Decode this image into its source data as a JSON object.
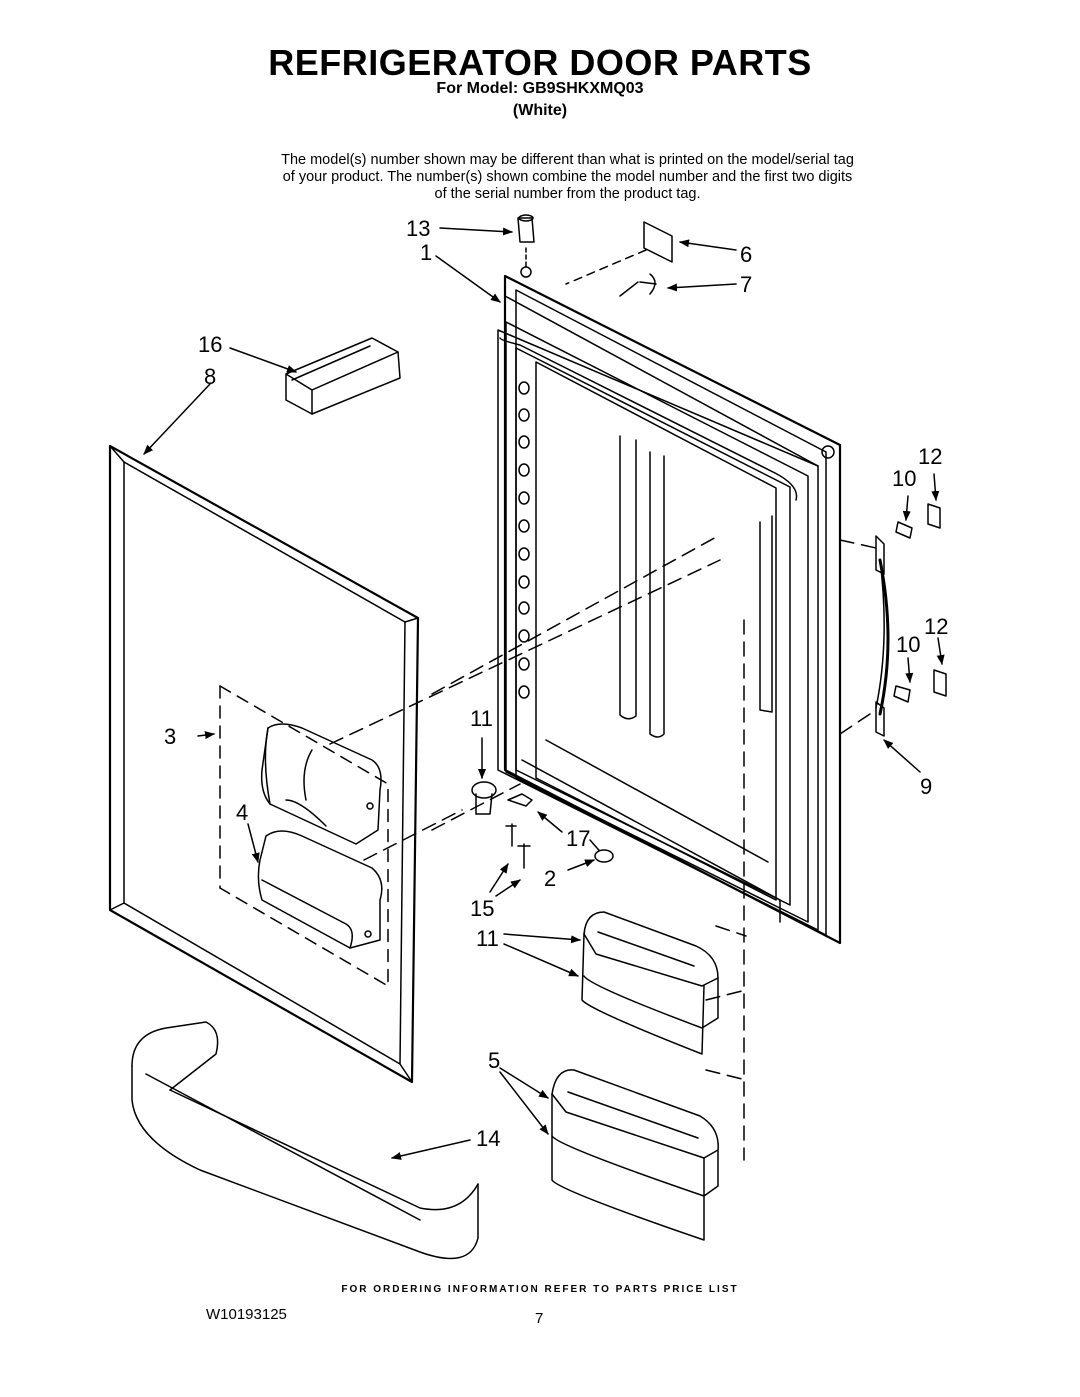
{
  "header": {
    "title": "REFRIGERATOR DOOR PARTS",
    "model_line": "For Model: GB9SHKXMQ03",
    "variant": "(White)",
    "disclaimer": "The model(s) number shown may be different than what is printed on the model/serial tag of your product. The number(s) shown combine the model number and the first two digits of the serial number from the product tag."
  },
  "callouts": {
    "c13": "13",
    "c1": "1",
    "c6": "6",
    "c7": "7",
    "c16": "16",
    "c8": "8",
    "c12a": "12",
    "c10a": "10",
    "c12b": "12",
    "c10b": "10",
    "c3": "3",
    "c11a": "11",
    "c9": "9",
    "c4": "4",
    "c17": "17",
    "c2": "2",
    "c15": "15",
    "c11b": "11",
    "c5": "5",
    "c14": "14"
  },
  "footer": {
    "ordering": "FOR ORDERING INFORMATION REFER TO PARTS PRICE LIST",
    "doc_number": "W10193125",
    "page_number": "7"
  }
}
